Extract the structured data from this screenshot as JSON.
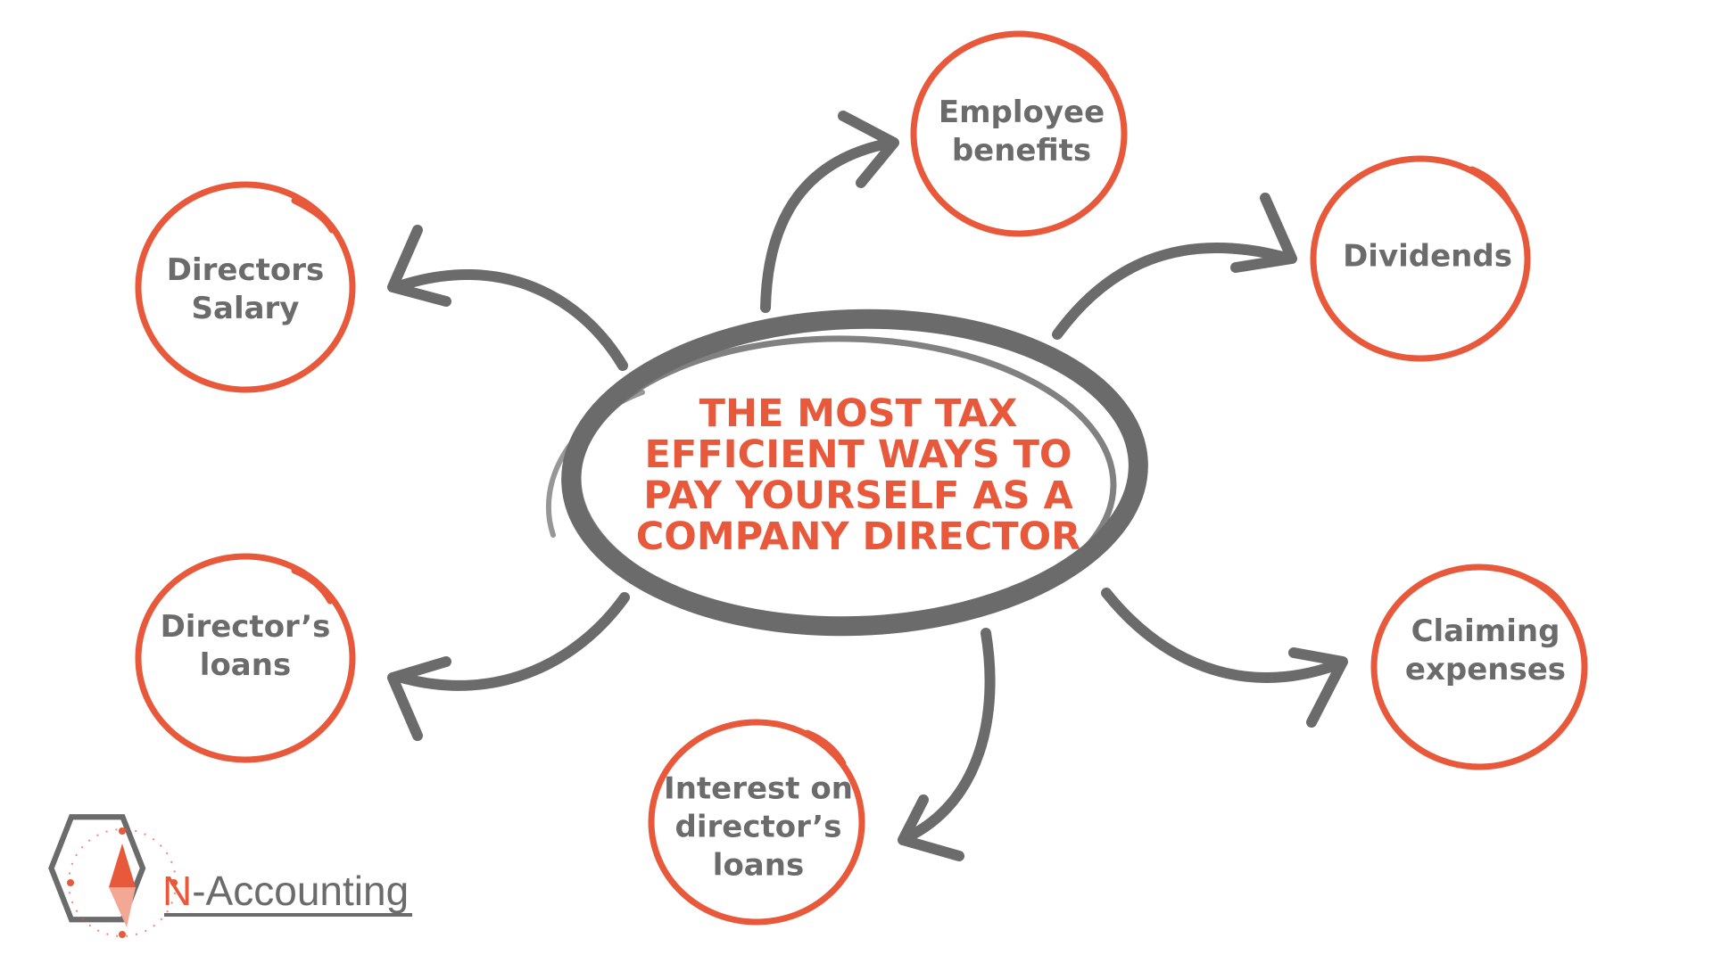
{
  "diagram": {
    "center": {
      "title": "THE MOST TAX\nEFFICIENT WAYS TO\nPAY YOURSELF AS A\nCOMPANY DIRECTOR"
    },
    "nodes": [
      {
        "id": "directors-salary",
        "label": "Directors\nSalary"
      },
      {
        "id": "employee-benefits",
        "label": "Employee\nbenefits"
      },
      {
        "id": "dividends",
        "label": "Dividends"
      },
      {
        "id": "directors-loans",
        "label": "Director’s\nloans"
      },
      {
        "id": "interest-on-directors-loans",
        "label": "Interest on\ndirector’s\nloans"
      },
      {
        "id": "claiming-expenses",
        "label": "Claiming\nexpenses"
      }
    ]
  },
  "logo": {
    "initial": "N",
    "rest": "-Accounting",
    "icon": "compass-hexagon-icon"
  },
  "colors": {
    "accent": "#e8583a",
    "ink": "#6b6b6b",
    "background": "#ffffff"
  }
}
